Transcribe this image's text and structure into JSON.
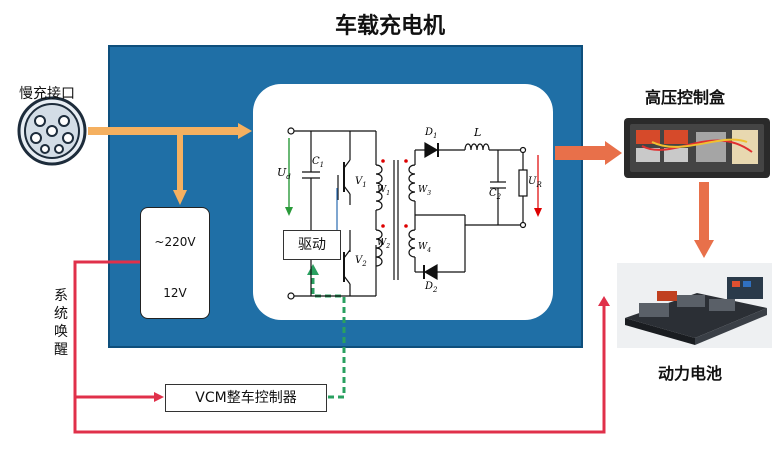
{
  "title": "车载充电机",
  "slow_port_label": "慢充接口",
  "converter": {
    "input": "~220V",
    "output": "12V"
  },
  "drive_label": "驱动",
  "vcm_label": "VCM整车控制器",
  "wakeup_label": "系统唤醒",
  "hv_box_label": "高压控制盒",
  "battery_label": "动力电池",
  "circuit": {
    "ud": "U",
    "ud_sub": "d",
    "c1": "C",
    "c1_sub": "1",
    "c2": "C",
    "c2_sub": "2",
    "v1": "V",
    "v1_sub": "1",
    "v2": "V",
    "v2_sub": "2",
    "w1": "W",
    "w1_sub": "1",
    "w2": "W",
    "w2_sub": "2",
    "w3": "W",
    "w3_sub": "3",
    "w4": "W",
    "w4_sub": "4",
    "d1": "D",
    "d1_sub": "1",
    "d2": "D",
    "d2_sub": "2",
    "l": "L",
    "ur": "U",
    "ur_sub": "R"
  },
  "colors": {
    "charger_bg": "#1f6fa6",
    "orange_arrow": "#f5b060",
    "output_arrow": "#e8704a",
    "wake_line": "#e0304a",
    "drive_line": "#2aa060",
    "green_arrow": "#2a9a3a",
    "red_arrow": "#d62a3a"
  }
}
